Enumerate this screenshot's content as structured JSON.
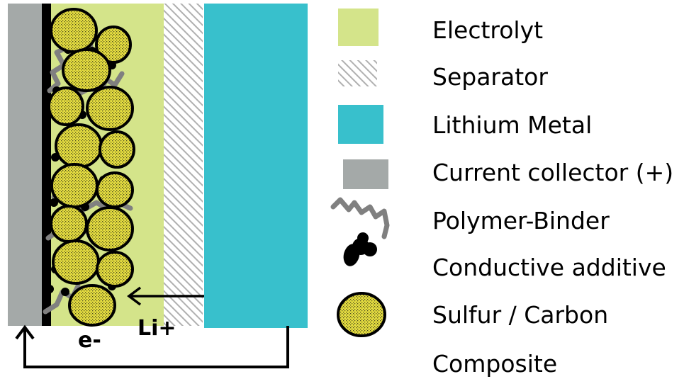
{
  "colors": {
    "electrolyte": "#d4e48a",
    "separator_stripe": "#b0b0b0",
    "lithium_metal": "#38c0cc",
    "current_collector": "#a4a9a8",
    "binder": "#808080",
    "additive": "#000000",
    "sulfur_fill": "#e8e040",
    "arrow": "#000000"
  },
  "diagram": {
    "li_label": "Li+",
    "e_label": "e-"
  },
  "legend": {
    "electrolyte": "Electrolyt",
    "separator": "Separator",
    "lithium_metal": "Lithium Metal",
    "current_collector": "Current collector (+)",
    "binder": "Polymer-Binder",
    "additive": "Conductive additive",
    "sulfur_line1": "Sulfur  / Carbon",
    "sulfur_line2": "Composite"
  }
}
